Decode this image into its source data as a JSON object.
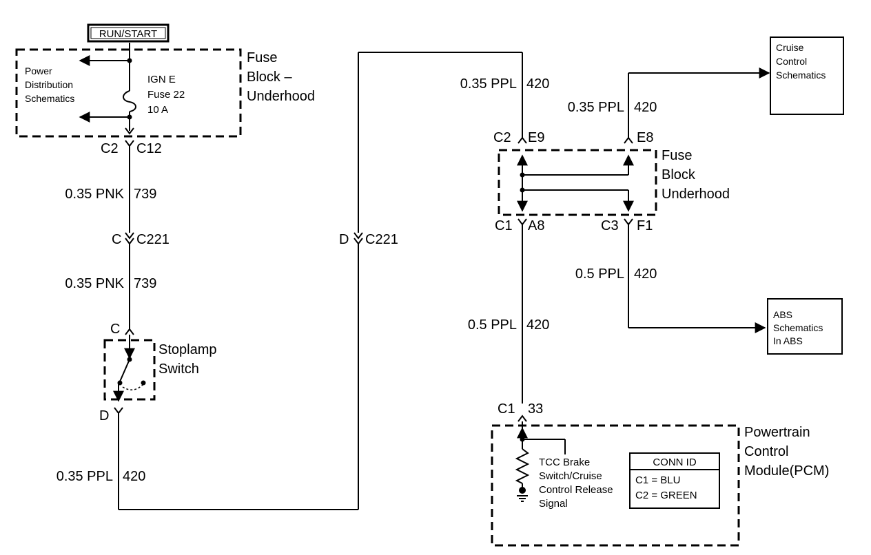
{
  "labels": {
    "run_start": "RUN/START",
    "fuse_block_top": [
      "Fuse",
      "Block –",
      "Underhood"
    ],
    "power_dist": [
      "Power",
      "Distribution",
      "Schematics"
    ],
    "ign_fuse": [
      "IGN E",
      "Fuse 22",
      "10 A"
    ],
    "c2_left": "C2",
    "c12": "C12",
    "wire_pnk_1": "0.35 PNK",
    "wire_pnk_1_circ": "739",
    "c221_left_c": "C",
    "c221_left": "C221",
    "wire_pnk_2": "0.35 PNK",
    "wire_pnk_2_circ": "739",
    "stoplamp_c": "C",
    "stoplamp": [
      "Stoplamp",
      "Switch"
    ],
    "stoplamp_d": "D",
    "wire_ppl_bottom": "0.35 PPL",
    "wire_ppl_bottom_circ": "420",
    "c221_mid_d": "D",
    "c221_mid": "C221",
    "wire_ppl_top": "0.35 PPL",
    "wire_ppl_top_circ": "420",
    "wire_ppl_cruise": "0.35 PPL",
    "wire_ppl_cruise_circ": "420",
    "cruise_box": [
      "Cruise",
      "Control",
      "Schematics"
    ],
    "c2_right": "C2",
    "e9": "E9",
    "e8": "E8",
    "fuse_block_right": [
      "Fuse",
      "Block",
      "Underhood"
    ],
    "c1_a": "C1",
    "a8": "A8",
    "c3": "C3",
    "f1": "F1",
    "wire_ppl_abs": "0.5 PPL",
    "wire_ppl_abs_circ": "420",
    "abs_box": [
      "ABS",
      "Schematics",
      "In ABS"
    ],
    "wire_ppl_pcm": "0.5 PPL",
    "wire_ppl_pcm_circ": "420",
    "c1_b": "C1",
    "pin_33": "33",
    "pcm": [
      "Powertrain",
      "Control",
      "Module(PCM)"
    ],
    "tcc": [
      "TCC Brake",
      "Switch/Cruise",
      "Control Release",
      "Signal"
    ],
    "conn_id_title": "CONN ID",
    "conn_id_rows": [
      "C1  =  BLU",
      "C2  =  GREEN"
    ]
  }
}
